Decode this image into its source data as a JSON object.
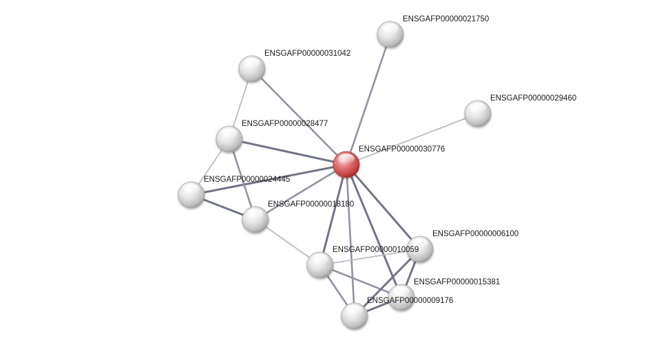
{
  "network": {
    "colors": {
      "query_node": "#d85454",
      "neighbor_node": "#cfcfcf",
      "edge_strong": "#6f7488",
      "edge_medium": "#8e93a4",
      "edge_weak": "#b9bcc6",
      "label_text": "#1a1a1a"
    },
    "nodes": [
      {
        "id": "ENSGAFP00000030776",
        "label": "ENSGAFP00000030776",
        "role": "query"
      },
      {
        "id": "ENSGAFP00000021750",
        "label": "ENSGAFP00000021750",
        "role": "neighbor"
      },
      {
        "id": "ENSGAFP00000031042",
        "label": "ENSGAFP00000031042",
        "role": "neighbor"
      },
      {
        "id": "ENSGAFP00000029460",
        "label": "ENSGAFP00000029460",
        "role": "neighbor"
      },
      {
        "id": "ENSGAFP00000028477",
        "label": "ENSGAFP00000028477",
        "role": "neighbor"
      },
      {
        "id": "ENSGAFP00000024445",
        "label": "ENSGAFP00000024445",
        "role": "neighbor"
      },
      {
        "id": "ENSGAFP00000018180",
        "label": "ENSGAFP00000018180",
        "role": "neighbor"
      },
      {
        "id": "ENSGAFP00000006100",
        "label": "ENSGAFP00000006100",
        "role": "neighbor"
      },
      {
        "id": "ENSGAFP00000010059",
        "label": "ENSGAFP00000010059",
        "role": "neighbor"
      },
      {
        "id": "ENSGAFP00000015381",
        "label": "ENSGAFP00000015381",
        "role": "neighbor"
      },
      {
        "id": "ENSGAFP00000009176",
        "label": "ENSGAFP00000009176",
        "role": "neighbor"
      }
    ],
    "edges": [
      {
        "source": "ENSGAFP00000030776",
        "target": "ENSGAFP00000021750",
        "strength": "medium"
      },
      {
        "source": "ENSGAFP00000030776",
        "target": "ENSGAFP00000031042",
        "strength": "medium"
      },
      {
        "source": "ENSGAFP00000030776",
        "target": "ENSGAFP00000029460",
        "strength": "weak"
      },
      {
        "source": "ENSGAFP00000030776",
        "target": "ENSGAFP00000028477",
        "strength": "strong"
      },
      {
        "source": "ENSGAFP00000030776",
        "target": "ENSGAFP00000024445",
        "strength": "strong"
      },
      {
        "source": "ENSGAFP00000030776",
        "target": "ENSGAFP00000018180",
        "strength": "medium"
      },
      {
        "source": "ENSGAFP00000030776",
        "target": "ENSGAFP00000006100",
        "strength": "strong"
      },
      {
        "source": "ENSGAFP00000030776",
        "target": "ENSGAFP00000010059",
        "strength": "strong"
      },
      {
        "source": "ENSGAFP00000030776",
        "target": "ENSGAFP00000015381",
        "strength": "strong"
      },
      {
        "source": "ENSGAFP00000030776",
        "target": "ENSGAFP00000009176",
        "strength": "medium"
      },
      {
        "source": "ENSGAFP00000031042",
        "target": "ENSGAFP00000028477",
        "strength": "weak"
      },
      {
        "source": "ENSGAFP00000028477",
        "target": "ENSGAFP00000024445",
        "strength": "weak"
      },
      {
        "source": "ENSGAFP00000028477",
        "target": "ENSGAFP00000018180",
        "strength": "medium"
      },
      {
        "source": "ENSGAFP00000024445",
        "target": "ENSGAFP00000018180",
        "strength": "strong"
      },
      {
        "source": "ENSGAFP00000018180",
        "target": "ENSGAFP00000010059",
        "strength": "weak"
      },
      {
        "source": "ENSGAFP00000010059",
        "target": "ENSGAFP00000006100",
        "strength": "weak"
      },
      {
        "source": "ENSGAFP00000010059",
        "target": "ENSGAFP00000015381",
        "strength": "medium"
      },
      {
        "source": "ENSGAFP00000010059",
        "target": "ENSGAFP00000009176",
        "strength": "medium"
      },
      {
        "source": "ENSGAFP00000006100",
        "target": "ENSGAFP00000015381",
        "strength": "strong"
      },
      {
        "source": "ENSGAFP00000006100",
        "target": "ENSGAFP00000009176",
        "strength": "strong"
      },
      {
        "source": "ENSGAFP00000015381",
        "target": "ENSGAFP00000009176",
        "strength": "strong"
      }
    ]
  }
}
